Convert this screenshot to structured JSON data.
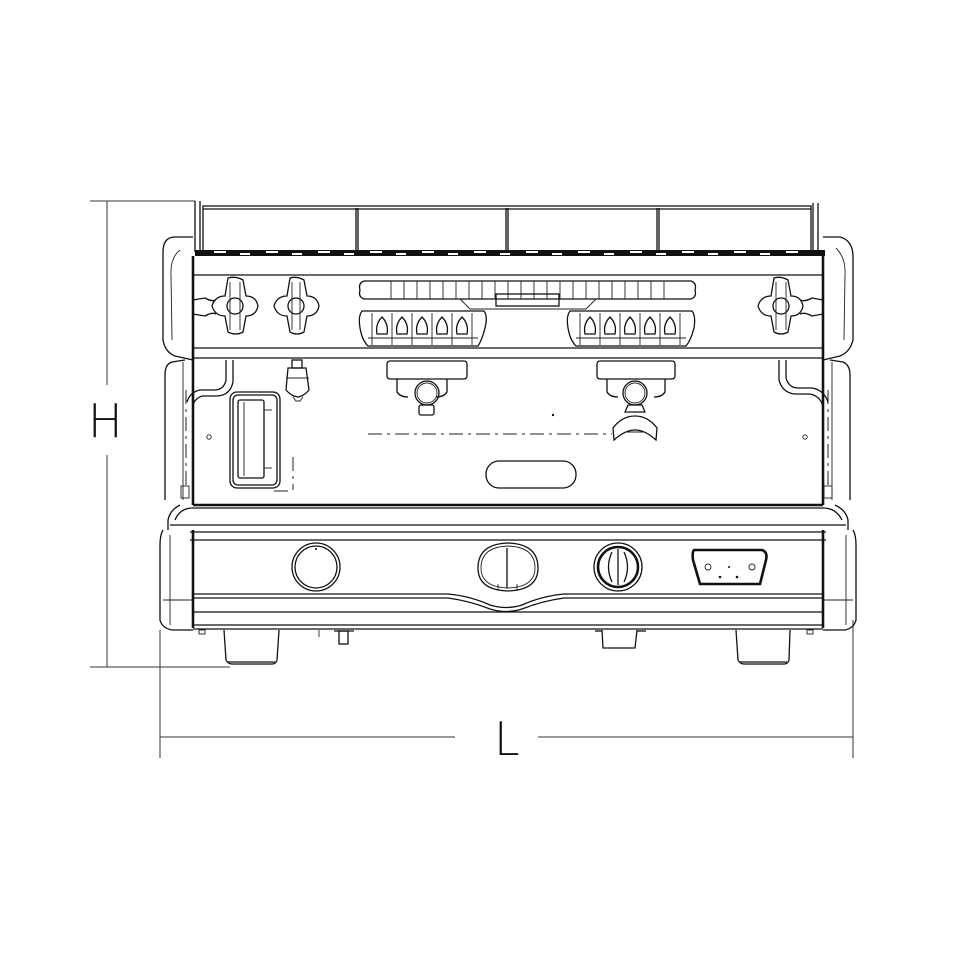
{
  "drawing": {
    "subject": "Espresso machine front elevation (2 groups)",
    "view": "front",
    "line_color": "#111111",
    "background": "#ffffff"
  },
  "dimensions": {
    "height_label": "H",
    "length_label": "L"
  },
  "components": {
    "steam_knobs": 3,
    "keypads": 2,
    "keypad_buttons_each": 5,
    "group_heads": 2,
    "front_controls": [
      "pressure-gauge-left",
      "center-badge",
      "boiler-gauge",
      "connector-port"
    ],
    "feet": 4
  }
}
